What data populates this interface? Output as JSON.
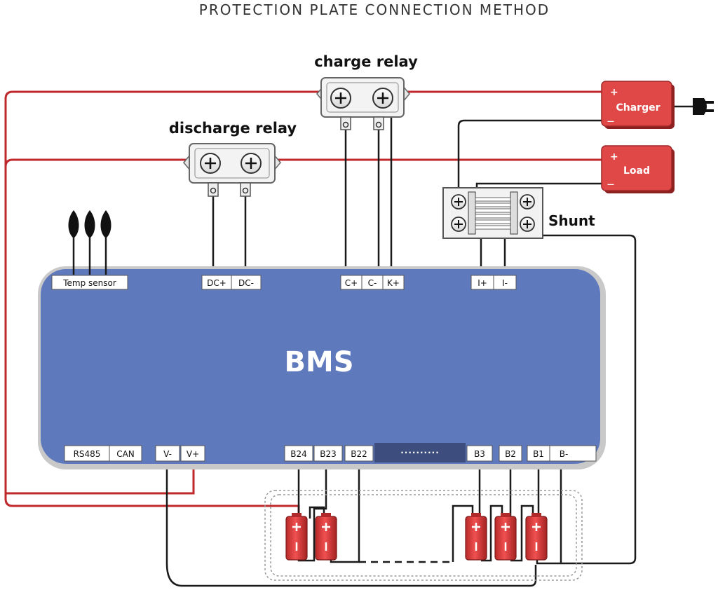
{
  "diagram": {
    "title": "PROTECTION PLATE CONNECTION METHOD",
    "charge_relay": {
      "label": "charge relay"
    },
    "discharge_relay": {
      "label": "discharge relay"
    },
    "charger": {
      "label": "Charger",
      "plus": "+",
      "minus": "—"
    },
    "load": {
      "label": "Load",
      "plus": "+",
      "minus": "—"
    },
    "shunt": {
      "label": "Shunt"
    },
    "bms": {
      "label": "BMS",
      "top_pins": {
        "temp": "Temp sensor",
        "dc_plus": "DC+",
        "dc_minus": "DC-",
        "c_plus": "C+",
        "c_minus": "C-",
        "k_plus": "K+",
        "i_plus": "I+",
        "i_minus": "I-"
      },
      "bottom_pins": {
        "rs485": "RS485",
        "can": "CAN",
        "v_minus": "V-",
        "v_plus": "V+",
        "b24": "B24",
        "b23": "B23",
        "b22": "B22",
        "dots": "··········",
        "b3": "B3",
        "b2": "B2",
        "b1": "B1",
        "b_minus": "B-"
      }
    },
    "colors": {
      "bms_fill": "#5f79bd",
      "red_component": "#e04848",
      "red_wire": "#c0282c",
      "black_wire": "#1a1a1a"
    }
  }
}
